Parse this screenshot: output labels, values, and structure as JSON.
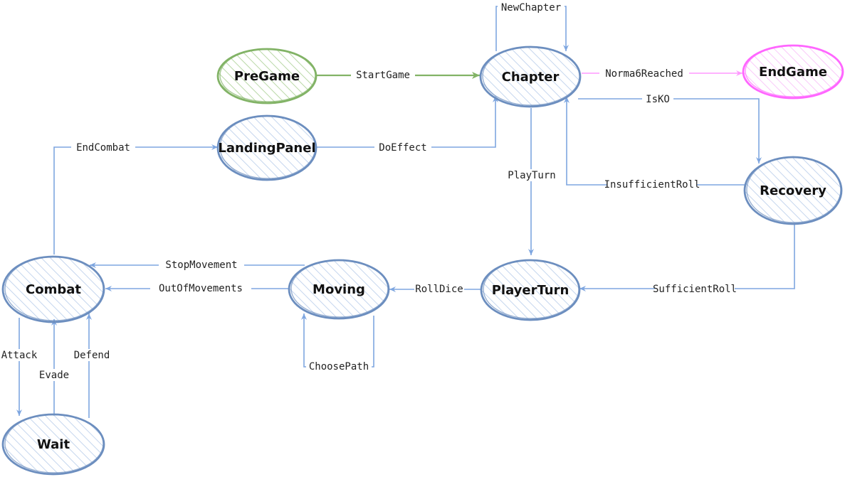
{
  "colors": {
    "default_stroke": "#6c8ebf",
    "default_hatch": "#c5d6ee",
    "start_stroke": "#82b366",
    "start_hatch": "#b9d8a7",
    "end_stroke": "#ff66ff",
    "end_hatch": "#f9c9f9",
    "default_edge": "#7ea6e0",
    "start_edge": "#82b366",
    "end_edge": "#ff99ff"
  },
  "nodes": {
    "pregame": "PreGame",
    "chapter": "Chapter",
    "endgame": "EndGame",
    "landing_panel": "LandingPanel",
    "recovery": "Recovery",
    "combat": "Combat",
    "moving": "Moving",
    "player_turn": "PlayerTurn",
    "wait": "Wait"
  },
  "edges": {
    "new_chapter": "NewChapter",
    "start_game": "StartGame",
    "norma6_reached": "Norma6Reached",
    "is_ko": "IsKO",
    "end_combat": "EndCombat",
    "do_effect": "DoEffect",
    "play_turn": "PlayTurn",
    "insufficient_roll": "InsufficientRoll",
    "stop_movement": "StopMovement",
    "out_of_movements": "OutOfMovements",
    "roll_dice": "RollDice",
    "sufficient_roll": "SufficientRoll",
    "attack": "Attack",
    "evade": "Evade",
    "defend": "Defend",
    "choose_path": "ChoosePath"
  }
}
